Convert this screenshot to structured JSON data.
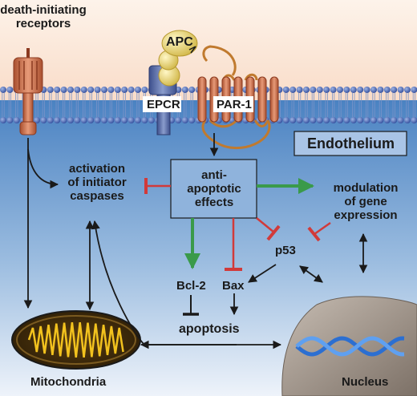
{
  "labels": {
    "death_receptors_line1": "death-initiating",
    "death_receptors_line2": "receptors",
    "apc": "APC",
    "epcr": "EPCR",
    "par1": "PAR-1",
    "endothelium": "Endothelium",
    "activation_line1": "activation",
    "activation_line2": "of initiator",
    "activation_line3": "caspases",
    "anti_line1": "anti-",
    "anti_line2": "apoptotic",
    "anti_line3": "effects",
    "modulation_line1": "modulation",
    "modulation_line2": "of gene",
    "modulation_line3": "expression",
    "p53": "p53",
    "bcl2": "Bcl-2",
    "bax": "Bax",
    "apoptosis": "apoptosis",
    "mitochondria": "Mitochondria",
    "nucleus": "Nucleus"
  },
  "colors": {
    "extracellular": "#fbe6d6",
    "cytoplasm": "#4d86c4",
    "membrane_heads": "#4a68b4",
    "receptor_orange": "#c46e4e",
    "apc_yellow": "#e8d46a",
    "epcr_blue": "#5a6fae",
    "activation_green": "#3a9a4a",
    "inhibition_red": "#d13a3a",
    "mitochondria_gold": "#d4a020",
    "dna_blue": "#2c6fd1",
    "nucleus_gray": "#9a8e84"
  }
}
